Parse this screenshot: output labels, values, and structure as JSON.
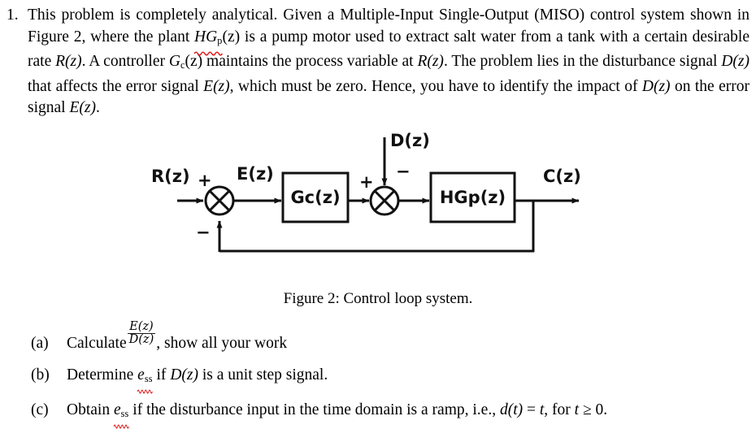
{
  "problem": {
    "number": "1.",
    "lines": [
      "This problem is completely analytical. Given a Multiple-Input Single-Output (MISO) control",
      "system shown in Figure 2, where the plant HGp(z) is a pump motor used to extract salt water",
      "from a tank with a certain desirable rate R(z). A controller Gc(z) maintains the process variable",
      "at R(z). The problem lies in the disturbance signal D(z) that affects the error signal E(z), which",
      "must be zero. Hence, you have to identify the impact of D(z) on the error signal E(z)."
    ],
    "line1_a": "This problem is completely analytical. Given a Multiple-Input Single-Output (MISO) control",
    "line2_a": "system shown in Figure 2, where the plant ",
    "line2_plant_base": "HG",
    "line2_plant_sub": "p",
    "line2_b": "(z) is a pump motor used to extract salt water",
    "line3_a": "from a tank with a certain desirable rate ",
    "line3_rz": "R(z)",
    "line3_b": ". A controller ",
    "line3_gc_base": "G",
    "line3_gc_sub": "c",
    "line3_c": "(z) maintains the process variable",
    "line4_a": "at ",
    "line4_rz": "R(z)",
    "line4_b": ". The problem lies in the disturbance signal ",
    "line4_dz": "D(z)",
    "line4_c": " that affects the error signal ",
    "line4_ez": "E(z)",
    "line4_d": ", which",
    "line5_a": "must be zero. Hence, you have to identify the impact of ",
    "line5_dz": "D(z)",
    "line5_b": " on the error signal ",
    "line5_ez": "E(z)",
    "line5_c": "."
  },
  "diagram": {
    "input_label": "R(z)",
    "error_label": "E(z)",
    "controller_label": "Gc(z)",
    "disturbance_label": "D(z)",
    "plant_label": "HGp(z)",
    "output_label": "C(z)",
    "sum1_plus": "+",
    "sum1_minus": "−",
    "sum2_plus": "+",
    "sum2_minus": "−",
    "line_color": "#111111"
  },
  "caption": {
    "text": "Figure 2: Control loop system."
  },
  "parts": {
    "a": {
      "tag": "(a)",
      "text_before": "Calculate",
      "frac_numerator": "E(z)",
      "frac_denominator": "D(z)",
      "text_after": ", show all your work"
    },
    "b": {
      "tag": "(b)",
      "text_before": "Determine ",
      "symbol_base": "e",
      "symbol_sub": "ss",
      "text_mid": " if ",
      "var_dz": "D(z)",
      "text_after": " is a unit step signal."
    },
    "c": {
      "tag": "(c)",
      "text_before": "Obtain ",
      "symbol_base": "e",
      "symbol_sub": "ss",
      "text_mid": " if the disturbance input in the time domain is a ramp, i.e., ",
      "var_dt": "d(t)",
      "eq": " = ",
      "var_t1": "t",
      "text_mid2": ", for ",
      "var_t2": "t",
      "ge": " ≥ ",
      "zero": "0."
    }
  },
  "colors": {
    "spellcheck_red": "#e02020",
    "text": "#000000",
    "diagram_stroke": "#111111"
  }
}
